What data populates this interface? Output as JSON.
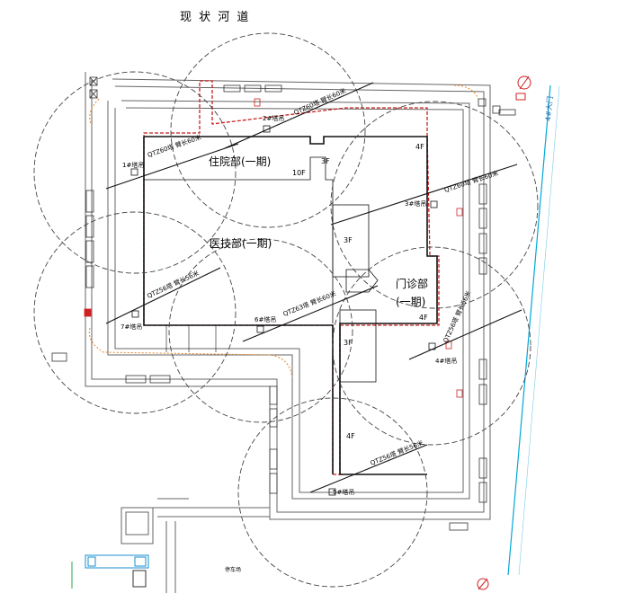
{
  "title": "现 状 河 道",
  "road_label": "4#大门",
  "buildings": {
    "inpatient": {
      "name": "住院部(一期)",
      "floors_main": "10F",
      "floors_top": "4F",
      "floors_side": "3F"
    },
    "medical_tech": {
      "name": "医技部(一期)"
    },
    "outpatient": {
      "name_line1": "门诊部",
      "name_line2": "(一期)",
      "floors": "4F"
    },
    "wing_floors": [
      "3F",
      "3F",
      "4F"
    ]
  },
  "cranes": [
    {
      "id": "1#塔吊",
      "spec": "QTZ60塔 臂长60米"
    },
    {
      "id": "2#塔吊",
      "spec": "QTZ60塔 臂长60米"
    },
    {
      "id": "3#塔吊",
      "spec": "QTZ60塔 臂长60米"
    },
    {
      "id": "4#塔吊",
      "spec": "QTZ56塔 臂长56米"
    },
    {
      "id": "5#塔吊",
      "spec": "QTZ56塔 臂长56米"
    },
    {
      "id": "6#塔吊",
      "spec": "QTZ63塔 臂长60米"
    },
    {
      "id": "7#塔吊",
      "spec": "QTZ56塔 臂长56米"
    }
  ],
  "misc": {
    "parking": "停车场"
  }
}
